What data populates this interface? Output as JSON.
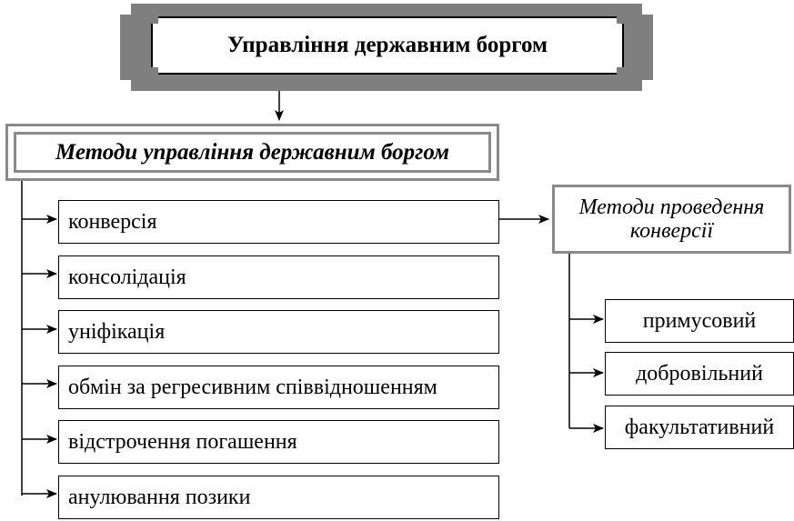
{
  "title": "Управління державним боргом",
  "methods_heading": "Методи управління державним боргом",
  "methods": [
    "конверсія",
    "консолідація",
    "уніфікація",
    "обмін за регресивним співвідношенням",
    "відстрочення погашення",
    "анулювання позики"
  ],
  "conversion_heading": {
    "line1": "Методи проведення",
    "line2": "конверсії"
  },
  "conversion_types": [
    "примусовий",
    "добровільний",
    "факультативний"
  ]
}
